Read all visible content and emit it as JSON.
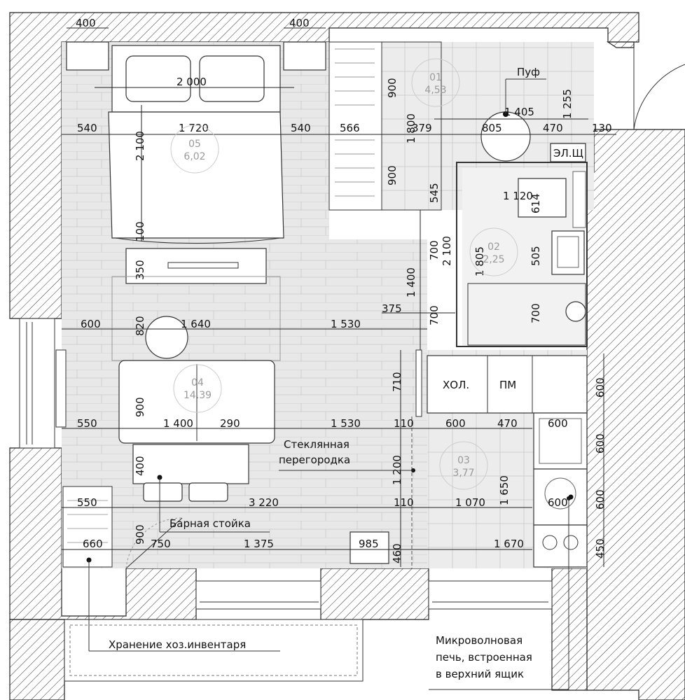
{
  "dimensions": {
    "d400a": "400",
    "d400b": "400",
    "d2000": "2 000",
    "d540a": "540",
    "d1720": "1 720",
    "d540b": "540",
    "d566": "566",
    "d1800": "1 800",
    "d379": "379",
    "d805": "805",
    "d470a": "470",
    "d130": "130",
    "d1405": "1 405",
    "d1255": "1 255",
    "d900a": "900",
    "d900b": "900",
    "d2100a": "2 100",
    "d545": "545",
    "d1120": "1 120",
    "d614": "614",
    "d100": "100",
    "d700a": "700",
    "d2100b": "2 100",
    "d1805": "1 805",
    "d505": "505",
    "d350": "350",
    "d1400v": "1 400",
    "d375": "375",
    "d700b": "700",
    "d700c": "700",
    "d600a": "600",
    "d820": "820",
    "d1640": "1 640",
    "d1530a": "1 530",
    "d710": "710",
    "d900c": "900",
    "d550a": "550",
    "d1400h": "1 400",
    "d290": "290",
    "d1530b": "1 530",
    "d110a": "110",
    "d600b": "600",
    "d470b": "470",
    "d600c": "600",
    "d400c": "400",
    "d1200": "1 200",
    "d550b": "550",
    "d3220": "3 220",
    "d110b": "110",
    "d1070": "1 070",
    "d1650": "1 650",
    "d600d": "600",
    "d900d": "900",
    "d660": "660",
    "d750": "750",
    "d1375": "1 375",
    "d985": "985",
    "d460": "460",
    "d1670": "1 670",
    "r600a": "600",
    "r600b": "600",
    "r600c": "600",
    "r450": "450"
  },
  "rooms": [
    {
      "number": "01",
      "area": "4,53"
    },
    {
      "number": "05",
      "area": "6,02"
    },
    {
      "number": "02",
      "area": "2,25"
    },
    {
      "number": "04",
      "area": "14,39"
    },
    {
      "number": "03",
      "area": "3,77"
    }
  ],
  "labels": {
    "puf": "Пуф",
    "el_shch": "ЭЛ.Щ",
    "hol": "ХОЛ.",
    "pm": "ПМ",
    "glass_partition_1": "Стеклянная",
    "glass_partition_2": "перегородка",
    "bar_counter": "Барная стойка",
    "storage": "Хранение хоз.инвентаря",
    "microwave_1": "Микроволновая",
    "microwave_2": "печь, встроенная",
    "microwave_3": "в верхний ящик"
  },
  "colors": {
    "floor": "#e6e6e6",
    "wall_hatch": "#222222",
    "room_label": "#9a9a9a"
  }
}
